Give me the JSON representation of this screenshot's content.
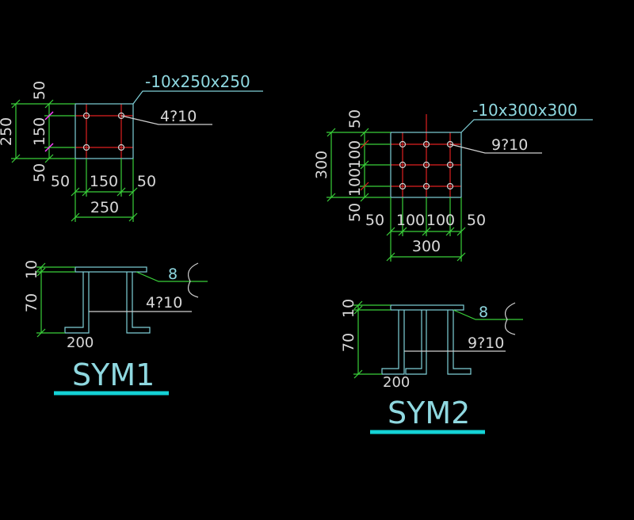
{
  "colors": {
    "background": "#000000",
    "dim_text": "#d8d8d8",
    "leader_text": "#8fd8e0",
    "plate": "#7fd0d8",
    "dimension_line": "#3ad03a",
    "centerline": "#e02020",
    "title_underline": "#14d2d6"
  },
  "sym1": {
    "plan": {
      "plate_label": "-10x250x250",
      "bolt_label": "4?10",
      "dims_left": [
        "50",
        "150",
        "50"
      ],
      "dim_left_total": "250",
      "dims_bottom": [
        "50",
        "150",
        "50"
      ],
      "dim_bottom_total": "250"
    },
    "section": {
      "plate_thk": "10",
      "anchor_len": "70",
      "weld": "8",
      "bolt_label": "4?10",
      "hook": "200"
    },
    "title": "SYM1"
  },
  "sym2": {
    "plan": {
      "plate_label": "-10x300x300",
      "bolt_label": "9?10",
      "dims_left": [
        "50",
        "100",
        "100",
        "50"
      ],
      "dim_left_total": "300",
      "dims_bottom": [
        "50",
        "100",
        "100",
        "50"
      ],
      "dim_bottom_total": "300"
    },
    "section": {
      "plate_thk": "10",
      "anchor_len": "70",
      "weld": "8",
      "bolt_label": "9?10",
      "hook": "200"
    },
    "title": "SYM2"
  }
}
